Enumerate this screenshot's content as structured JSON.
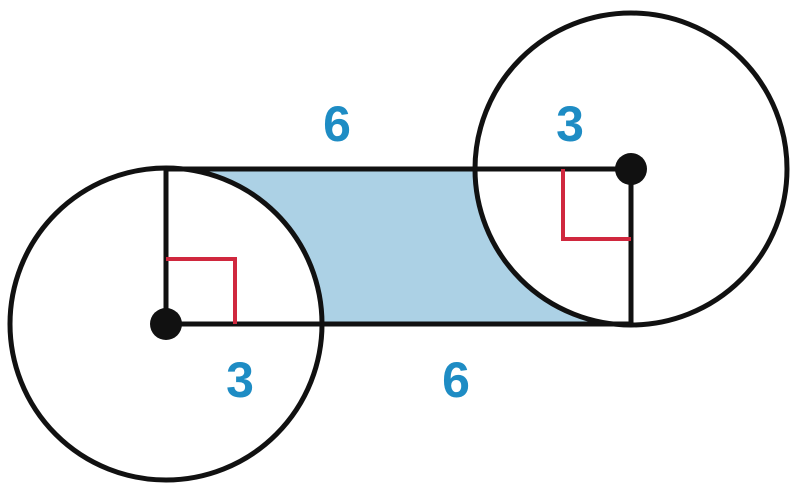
{
  "diagram": {
    "labels": {
      "top_length": "6",
      "bottom_length": "6",
      "left_radius": "3",
      "right_radius": "3"
    },
    "colors": {
      "stroke": "#111111",
      "shaded_region": "#acd1e5",
      "right_angle_marker": "#d0283e",
      "label_text": "#1e8cc4",
      "center_point": "#111111"
    }
  }
}
